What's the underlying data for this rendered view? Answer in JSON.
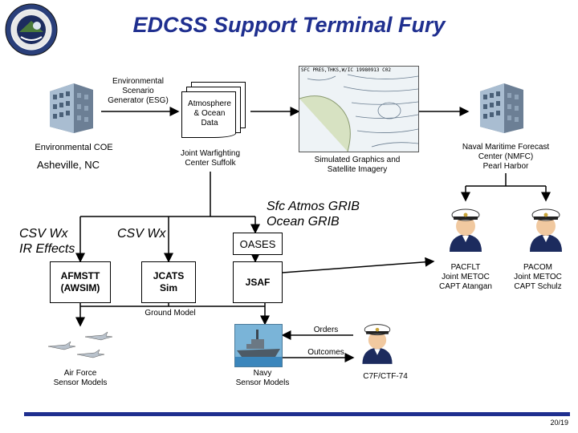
{
  "title": "EDCSS Support Terminal Fury",
  "esg_label": [
    "Environmental",
    "Scenario",
    "Generator (ESG)"
  ],
  "env_coe": "Environmental COE",
  "asheville": "Asheville, NC",
  "atmos_data": [
    "Atmosphere",
    "& Ocean",
    "Data"
  ],
  "jwc": [
    "Joint Warfighting",
    "Center Suffolk"
  ],
  "map_header": "SFC PRES,THKS,W/IC 19980913 C02",
  "sim_graphics": [
    "Simulated Graphics and",
    "Satellite Imagery"
  ],
  "nmfc": [
    "Naval Maritime Forecast",
    "Center (NMFC)",
    "Pearl Harbor"
  ],
  "sfc_grib": [
    "Sfc Atmos GRIB",
    "Ocean GRIB"
  ],
  "csv_ir": [
    "CSV Wx",
    "IR Effects"
  ],
  "csv_wx": "CSV Wx",
  "oases": "OASES",
  "afmstt": [
    "AFMSTT",
    "(AWSIM)"
  ],
  "jcats": [
    "JCATS",
    "Sim"
  ],
  "jsaf": "JSAF",
  "pacflt": [
    "PACFLT",
    "Joint METOC",
    "CAPT Atangan"
  ],
  "pacom": [
    "PACOM",
    "Joint METOC",
    "CAPT Schulz"
  ],
  "ground_model": "Ground Model",
  "orders": "Orders",
  "outcomes": "Outcomes",
  "c7f": "C7F/CTF-74",
  "af_sensor": [
    "Air Force",
    "Sensor Models"
  ],
  "navy_sensor": [
    "Navy",
    "Sensor Models"
  ],
  "page_number": "20/19",
  "colors": {
    "title": "#1f2f8f",
    "footer": "#1f2f8f"
  }
}
